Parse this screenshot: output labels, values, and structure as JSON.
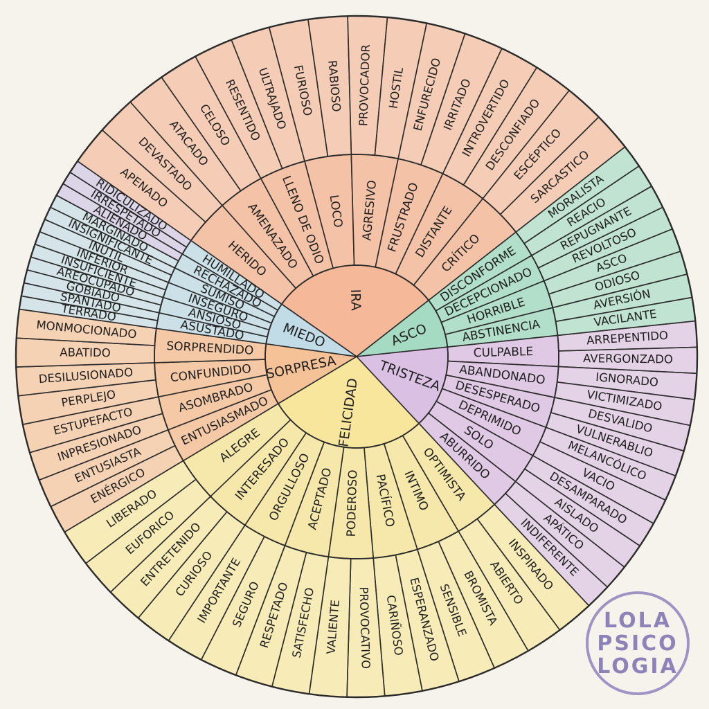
{
  "colors": {
    "ira": "#f4ad8a",
    "asco": "#95d6bb",
    "tristeza": "#d5b6e1",
    "felicidad": "#f7e38e",
    "sorpresa": "#f5b787",
    "miedo": "#b9d7e6",
    "ridiculizado_group": "#c6bbe6",
    "line": "#2b2b2b",
    "paper": "#f6f3ec",
    "logo": "#8e83b9"
  },
  "logo": {
    "line1": "LOLA",
    "line2": "PSICO",
    "line3": "LOGIA"
  },
  "emotions": [
    {
      "key": "ira",
      "name": "IRA",
      "secondary": [
        "HERIDO",
        "AMENAZADO",
        "LLENO DE ODIO",
        "LOCO",
        "AGRESIVO",
        "FRUSTRADO",
        "DISTANTE",
        "CRÍTICO"
      ],
      "tertiary": [
        "APENADO",
        "DEVASTADO",
        "ATACADO",
        "CELOSO",
        "RESENTIDO",
        "ULTRAJADO",
        "FURIOSO",
        "RABIOSO",
        "PROVOCADOR",
        "HOSTIL",
        "ENFURECIDO",
        "IRRITADO",
        "INTROVERTIDO",
        "DESCONFIADO",
        "ESCÉPTICO",
        "SARCASTICO"
      ]
    },
    {
      "key": "asco",
      "name": "ASCO",
      "secondary": [
        "DISCONFORME",
        "DECEPCIONADO",
        "HORRIBLE",
        "ABSTINENCIA"
      ],
      "tertiary": [
        "MORALISTA",
        "REACIO",
        "REPUGNANTE",
        "REVOLTOSO",
        "ASCO",
        "ODIOSO",
        "AVERSIÓN",
        "VACILANTE"
      ]
    },
    {
      "key": "tristeza",
      "name": "TRISTEZA",
      "secondary": [
        "CULPABLE",
        "ABANDONADO",
        "DESESPERADO",
        "DEPRIMIDO",
        "SOLO",
        "ABURRIDO"
      ],
      "tertiary": [
        "ARREPENTIDO",
        "AVERGONZADO",
        "IGNORADO",
        "VICTIMIZADO",
        "DESVALIDO",
        "VULNERABLIO",
        "MELANCÓLICO",
        "VACIO",
        "DESAMPARADO",
        "AISLADO",
        "APÁTICO",
        "INDIFERENTE"
      ]
    },
    {
      "key": "felicidad",
      "name": "FELICIDAD",
      "secondary": [
        "OPTIMISTA",
        "INTIMO",
        "PACÍFICO",
        "PODEROSO",
        "ACEPTADO",
        "ORGULLOSO",
        "INTERESADO",
        "ALEGRE"
      ],
      "tertiary": [
        "INSPIRADO",
        "ABIERTO",
        "BROMISTA",
        "SENSIBLE",
        "ESPERANZADO",
        "CARIÑOSO",
        "PROVOCATIVO",
        "VALIENTE",
        "SATISFECHO",
        "RESPETADO",
        "SEGURO",
        "IMPORTANTE",
        "CURIOSO",
        "ENTRETENIDO",
        "EUFORICO",
        "LIBERADO"
      ]
    },
    {
      "key": "sorpresa",
      "name": "SORPRESA",
      "secondary": [
        "ENTUSIASMADO",
        "ASOMBRADO",
        "CONFUNDIDO",
        "SORPRENDIDO"
      ],
      "tertiary": [
        "ENÉRGICO",
        "ENTUSIASTA",
        "INPRESIONADO",
        "ESTUPEFACTO",
        "PERPLEJO",
        "DESILUSIONADO",
        "ABATIDO",
        "MONMOCIONADO"
      ]
    },
    {
      "key": "miedo",
      "name": "MIEDO",
      "secondary": [
        "ASUSTADO",
        "ANSIOSO",
        "INSEGURO",
        "SUMISO",
        "RECHAZADO",
        "HUMILLADO"
      ],
      "tertiary": [
        "TERRADO",
        "SPANTADO",
        "GOBIADO",
        "AREOCUPADO",
        "INSUFICIENTE",
        "INFERIOR",
        "INÚTIL",
        "INSIGNIFICANTE",
        "MARGINADO",
        "ALIENADO",
        "IRRESPETADO",
        "RIDICULIZADO"
      ]
    }
  ]
}
